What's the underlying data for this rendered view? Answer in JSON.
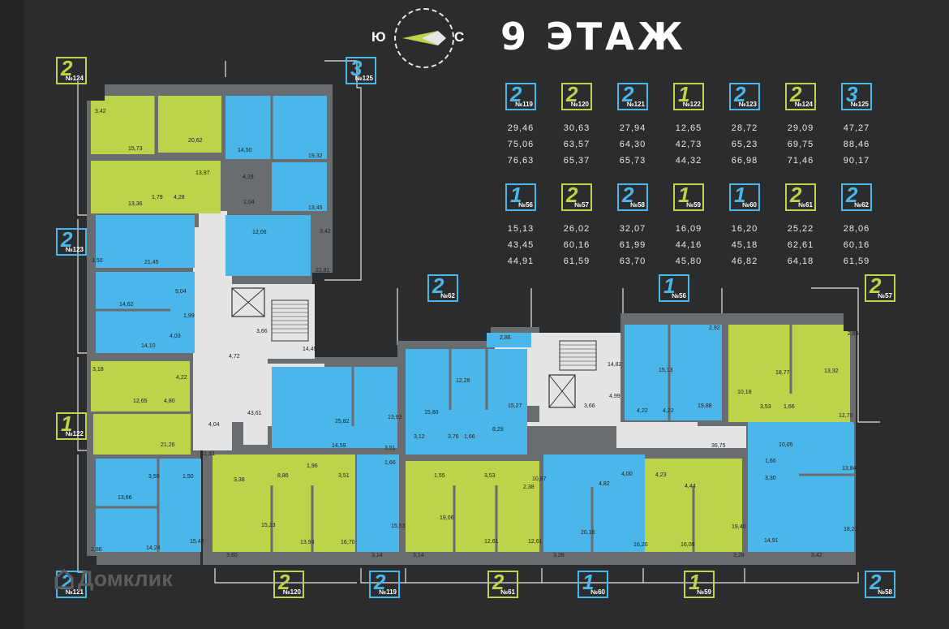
{
  "floor_title": "9 ЭТАЖ",
  "compass": {
    "left_letter": "Ю",
    "right_letter": "С"
  },
  "colors": {
    "blue": "#4ab6ea",
    "green": "#bcd34a",
    "wall": "#6a6d70",
    "corridor": "#e4e4e4",
    "background": "#2a2c2e"
  },
  "legend_row1": [
    {
      "rooms": "2",
      "unit": "№119",
      "color": "blue",
      "v1": "29,46",
      "v2": "75,06",
      "v3": "76,63"
    },
    {
      "rooms": "2",
      "unit": "№120",
      "color": "green",
      "v1": "30,63",
      "v2": "63,57",
      "v3": "65,37"
    },
    {
      "rooms": "2",
      "unit": "№121",
      "color": "blue",
      "v1": "27,94",
      "v2": "64,30",
      "v3": "65,73"
    },
    {
      "rooms": "1",
      "unit": "№122",
      "color": "green",
      "v1": "12,65",
      "v2": "42,73",
      "v3": "44,32"
    },
    {
      "rooms": "2",
      "unit": "№123",
      "color": "blue",
      "v1": "28,72",
      "v2": "65,23",
      "v3": "66,98"
    },
    {
      "rooms": "2",
      "unit": "№124",
      "color": "green",
      "v1": "29,09",
      "v2": "69,75",
      "v3": "71,46"
    },
    {
      "rooms": "3",
      "unit": "№125",
      "color": "blue",
      "v1": "47,27",
      "v2": "88,46",
      "v3": "90,17"
    }
  ],
  "legend_row2": [
    {
      "rooms": "1",
      "unit": "№56",
      "color": "blue",
      "v1": "15,13",
      "v2": "43,45",
      "v3": "44,91"
    },
    {
      "rooms": "2",
      "unit": "№57",
      "color": "green",
      "v1": "26,02",
      "v2": "60,16",
      "v3": "61,59"
    },
    {
      "rooms": "2",
      "unit": "№58",
      "color": "blue",
      "v1": "32,07",
      "v2": "61,99",
      "v3": "63,70"
    },
    {
      "rooms": "1",
      "unit": "№59",
      "color": "green",
      "v1": "16,09",
      "v2": "44,16",
      "v3": "45,80"
    },
    {
      "rooms": "1",
      "unit": "№60",
      "color": "blue",
      "v1": "16,20",
      "v2": "45,18",
      "v3": "46,82"
    },
    {
      "rooms": "2",
      "unit": "№61",
      "color": "green",
      "v1": "25,22",
      "v2": "62,61",
      "v3": "64,18"
    },
    {
      "rooms": "2",
      "unit": "№62",
      "color": "blue",
      "v1": "28,06",
      "v2": "60,16",
      "v3": "61,59"
    }
  ],
  "plan_badges": {
    "b124": {
      "rooms": "2",
      "unit": "№124"
    },
    "b125": {
      "rooms": "3",
      "unit": "№125"
    },
    "b123": {
      "rooms": "2",
      "unit": "№123"
    },
    "b122": {
      "rooms": "1",
      "unit": "№122"
    },
    "b121": {
      "rooms": "2",
      "unit": "№121"
    },
    "b120": {
      "rooms": "2",
      "unit": "№120"
    },
    "b119": {
      "rooms": "2",
      "unit": "№119"
    },
    "b62": {
      "rooms": "2",
      "unit": "№62"
    },
    "b56": {
      "rooms": "1",
      "unit": "№56"
    },
    "b57": {
      "rooms": "2",
      "unit": "№57"
    },
    "b61": {
      "rooms": "2",
      "unit": "№61"
    },
    "b60": {
      "rooms": "1",
      "unit": "№60"
    },
    "b59": {
      "rooms": "1",
      "unit": "№59"
    },
    "b58": {
      "rooms": "2",
      "unit": "№58"
    }
  },
  "room_areas": {
    "a1": "3,42",
    "a2": "15,73",
    "a3": "20,62",
    "a4": "14,50",
    "a5": "19,32",
    "a6": "13,97",
    "a7": "1,79",
    "a8": "4,28",
    "a9": "4,28",
    "a10": "13,36",
    "a11": "2,04",
    "a12": "13,45",
    "a13": "12,06",
    "a14": "3,42",
    "a15": "3,50",
    "a16": "21,45",
    "a17": "22,81",
    "a18": "9,04",
    "a19": "14,62",
    "a20": "1,99",
    "a21": "4,03",
    "a22": "14,10",
    "a23": "3,66",
    "a24": "14,49",
    "a25": "4,72",
    "a26": "3,18",
    "a27": "4,22",
    "a28": "12,65",
    "a29": "4,80",
    "a30": "4,04",
    "a31": "21,26",
    "a32": "43,61",
    "a33": "25,82",
    "a34": "13,93",
    "a35": "11,81",
    "a36": "14,59",
    "a37": "3,51",
    "a38": "1,66",
    "a39": "3,59",
    "a40": "1,50",
    "a41": "3,38",
    "a42": "8,86",
    "a43": "1,96",
    "a44": "3,51",
    "a45": "13,66",
    "a46": "14,24",
    "a47": "15,42",
    "a48": "15,23",
    "a49": "13,93",
    "a50": "16,70",
    "a51": "2,86",
    "a52": "3,60",
    "a53": "15,53",
    "a54": "3,14",
    "a55": "2,86",
    "a56": "12,26",
    "a57": "15,80",
    "a58": "15,27",
    "a59": "3,12",
    "a60": "3,76",
    "a61": "1,66",
    "a62": "8,29",
    "a63": "14,82",
    "a64": "3,66",
    "a65": "4,99",
    "a66": "15,13",
    "a67": "2,92",
    "a68": "18,77",
    "a69": "13,32",
    "a70": "2,86",
    "a71": "4,22",
    "a72": "4,22",
    "a73": "19,88",
    "a74": "10,18",
    "a75": "3,53",
    "a76": "1,66",
    "a77": "12,70",
    "a78": "36,75",
    "a79": "10,05",
    "a80": "1,55",
    "a81": "3,53",
    "a82": "10,87",
    "a83": "2,38",
    "a84": "19,06",
    "a85": "12,61",
    "a86": "12,61",
    "a87": "3,14",
    "a88": "4,00",
    "a89": "4,82",
    "a90": "20,16",
    "a91": "16,20",
    "a92": "3,28",
    "a93": "4,23",
    "a94": "4,44",
    "a95": "16,09",
    "a96": "19,40",
    "a97": "3,28",
    "a98": "1,66",
    "a99": "3,30",
    "a100": "13,84",
    "a101": "14,91",
    "a102": "18,23",
    "a103": "3,42"
  },
  "watermark": "Домклик"
}
